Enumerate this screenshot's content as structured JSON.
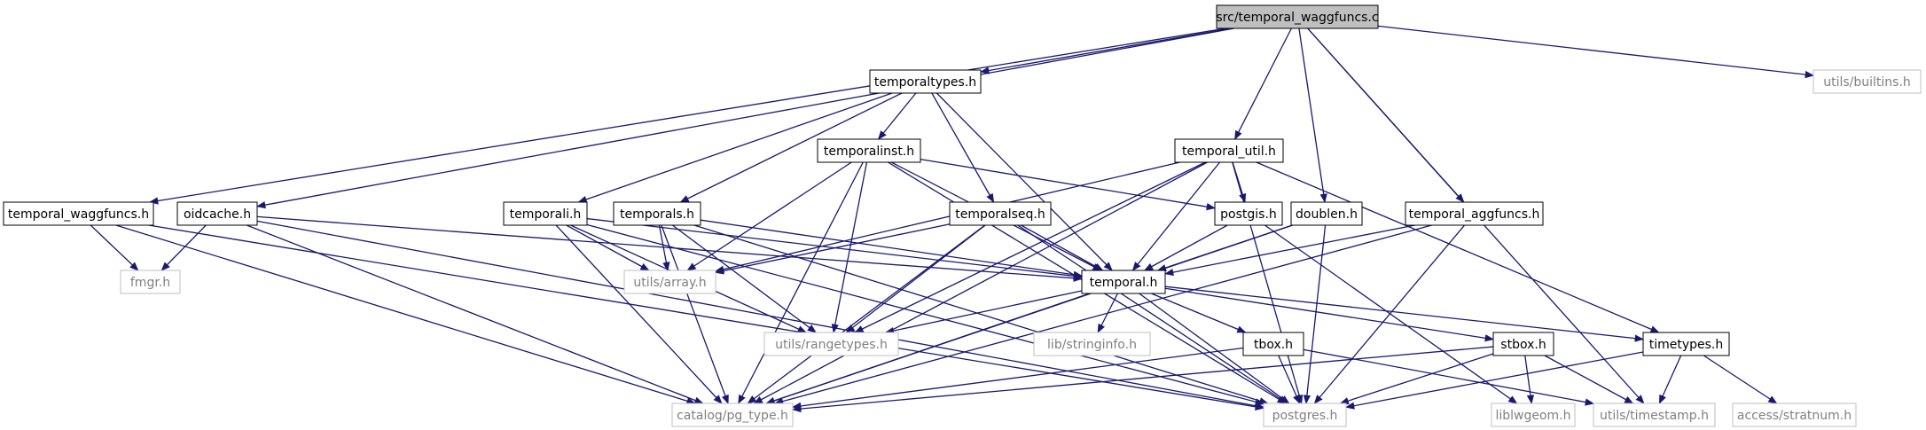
{
  "graph": {
    "colors": {
      "edge": "#191970",
      "node_border": "#000000",
      "root_fill": "#bfbfbf",
      "external_border": "#bfbfbf",
      "text": "#000000",
      "external_text": "#7f7f7f",
      "background": "#ffffff"
    },
    "nodes": [
      {
        "id": "root",
        "label": "src/temporal_waggfuncs.c",
        "kind": "root"
      },
      {
        "id": "temporaltypes",
        "label": "temporaltypes.h",
        "kind": "internal"
      },
      {
        "id": "builtins",
        "label": "utils/builtins.h",
        "kind": "external"
      },
      {
        "id": "temporalinst",
        "label": "temporalinst.h",
        "kind": "internal"
      },
      {
        "id": "temporal_util",
        "label": "temporal_util.h",
        "kind": "internal"
      },
      {
        "id": "temporal_waggfuncs_h",
        "label": "temporal_waggfuncs.h",
        "kind": "internal"
      },
      {
        "id": "oidcache",
        "label": "oidcache.h",
        "kind": "internal"
      },
      {
        "id": "temporali",
        "label": "temporali.h",
        "kind": "internal"
      },
      {
        "id": "temporals",
        "label": "temporals.h",
        "kind": "internal"
      },
      {
        "id": "temporalseq",
        "label": "temporalseq.h",
        "kind": "internal"
      },
      {
        "id": "postgis",
        "label": "postgis.h",
        "kind": "internal"
      },
      {
        "id": "doublen",
        "label": "doublen.h",
        "kind": "internal"
      },
      {
        "id": "temporal_aggfuncs",
        "label": "temporal_aggfuncs.h",
        "kind": "internal"
      },
      {
        "id": "fmgr",
        "label": "fmgr.h",
        "kind": "external"
      },
      {
        "id": "array",
        "label": "utils/array.h",
        "kind": "external"
      },
      {
        "id": "temporal",
        "label": "temporal.h",
        "kind": "internal"
      },
      {
        "id": "rangetypes",
        "label": "utils/rangetypes.h",
        "kind": "external"
      },
      {
        "id": "stringinfo",
        "label": "lib/stringinfo.h",
        "kind": "external"
      },
      {
        "id": "tbox",
        "label": "tbox.h",
        "kind": "internal"
      },
      {
        "id": "stbox",
        "label": "stbox.h",
        "kind": "internal"
      },
      {
        "id": "timetypes",
        "label": "timetypes.h",
        "kind": "internal"
      },
      {
        "id": "pg_type",
        "label": "catalog/pg_type.h",
        "kind": "external"
      },
      {
        "id": "postgres",
        "label": "postgres.h",
        "kind": "external"
      },
      {
        "id": "liblwgeom",
        "label": "liblwgeom.h",
        "kind": "external"
      },
      {
        "id": "timestamp",
        "label": "utils/timestamp.h",
        "kind": "external"
      },
      {
        "id": "stratnum",
        "label": "access/stratnum.h",
        "kind": "external"
      }
    ],
    "edges": [
      [
        "root",
        "temporaltypes"
      ],
      [
        "root",
        "builtins"
      ],
      [
        "root",
        "temporal_util"
      ],
      [
        "root",
        "doublen"
      ],
      [
        "root",
        "temporal_aggfuncs"
      ],
      [
        "root",
        "timestamp"
      ],
      [
        "root",
        "oidcache"
      ],
      [
        "root",
        "temporal_waggfuncs_h"
      ],
      [
        "temporaltypes",
        "temporalinst"
      ],
      [
        "temporaltypes",
        "temporali"
      ],
      [
        "temporaltypes",
        "temporals"
      ],
      [
        "temporaltypes",
        "temporalseq"
      ],
      [
        "temporaltypes",
        "temporal"
      ],
      [
        "temporalinst",
        "pg_type"
      ],
      [
        "temporalinst",
        "array"
      ],
      [
        "temporalinst",
        "rangetypes"
      ],
      [
        "temporalinst",
        "postgres"
      ],
      [
        "temporalinst",
        "postgis"
      ],
      [
        "temporalinst",
        "temporal"
      ],
      [
        "temporal_util",
        "array"
      ],
      [
        "temporal_util",
        "rangetypes"
      ],
      [
        "temporal_util",
        "pg_type"
      ],
      [
        "temporal_util",
        "postgis"
      ],
      [
        "temporal_util",
        "temporal"
      ],
      [
        "temporal_util",
        "timetypes"
      ],
      [
        "temporal_util",
        "postgres"
      ],
      [
        "temporal_waggfuncs_h",
        "fmgr"
      ],
      [
        "temporal_waggfuncs_h",
        "pg_type"
      ],
      [
        "temporal_waggfuncs_h",
        "postgres"
      ],
      [
        "oidcache",
        "fmgr"
      ],
      [
        "oidcache",
        "pg_type"
      ],
      [
        "oidcache",
        "postgres"
      ],
      [
        "oidcache",
        "temporal"
      ],
      [
        "temporali",
        "array"
      ],
      [
        "temporali",
        "rangetypes"
      ],
      [
        "temporali",
        "pg_type"
      ],
      [
        "temporali",
        "postgres"
      ],
      [
        "temporali",
        "temporal"
      ],
      [
        "temporals",
        "array"
      ],
      [
        "temporals",
        "rangetypes"
      ],
      [
        "temporals",
        "pg_type"
      ],
      [
        "temporals",
        "postgres"
      ],
      [
        "temporals",
        "temporal"
      ],
      [
        "temporalseq",
        "array"
      ],
      [
        "temporalseq",
        "rangetypes"
      ],
      [
        "temporalseq",
        "pg_type"
      ],
      [
        "temporalseq",
        "postgres"
      ],
      [
        "temporalseq",
        "temporal"
      ],
      [
        "postgis",
        "temporal"
      ],
      [
        "postgis",
        "liblwgeom"
      ],
      [
        "doublen",
        "temporal"
      ],
      [
        "doublen",
        "postgres"
      ],
      [
        "doublen",
        "pg_type"
      ],
      [
        "temporal_aggfuncs",
        "temporal"
      ],
      [
        "temporal_aggfuncs",
        "postgres"
      ],
      [
        "temporal_aggfuncs",
        "pg_type"
      ],
      [
        "temporal",
        "rangetypes"
      ],
      [
        "temporal",
        "stringinfo"
      ],
      [
        "temporal",
        "tbox"
      ],
      [
        "temporal",
        "stbox"
      ],
      [
        "temporal",
        "timetypes"
      ],
      [
        "temporal",
        "pg_type"
      ],
      [
        "temporal",
        "postgres"
      ],
      [
        "tbox",
        "pg_type"
      ],
      [
        "tbox",
        "postgres"
      ],
      [
        "tbox",
        "timestamp"
      ],
      [
        "stbox",
        "liblwgeom"
      ],
      [
        "stbox",
        "timestamp"
      ],
      [
        "stbox",
        "postgres"
      ],
      [
        "stbox",
        "pg_type"
      ],
      [
        "timetypes",
        "postgres"
      ],
      [
        "timetypes",
        "timestamp"
      ],
      [
        "timetypes",
        "stratnum"
      ]
    ]
  }
}
